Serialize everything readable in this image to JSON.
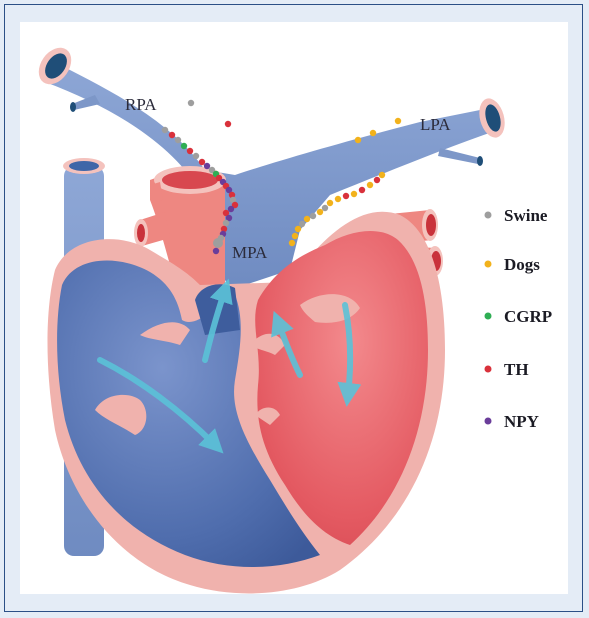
{
  "labels": {
    "rpa": "RPA",
    "lpa": "LPA",
    "mpa": "MPA"
  },
  "legend": [
    {
      "key": "swine",
      "label": "Swine",
      "color": "#9e9e9e"
    },
    {
      "key": "dogs",
      "label": "Dogs",
      "color": "#f2b21c"
    },
    {
      "key": "cgrp",
      "label": "CGRP",
      "color": "#2fae54"
    },
    {
      "key": "th",
      "label": "TH",
      "color": "#d9313b"
    },
    {
      "key": "npy",
      "label": "NPY",
      "color": "#6a3d9a"
    }
  ],
  "colors": {
    "vessel_blue": "#7d97c8",
    "vessel_blue_dark": "#1e4f7a",
    "myocardium": "#f0b2ad",
    "right_chamber": "#4e6fae",
    "left_chamber": "#e56168",
    "aorta": "#ee8781",
    "flow_arrow": "#5bc2d8"
  }
}
